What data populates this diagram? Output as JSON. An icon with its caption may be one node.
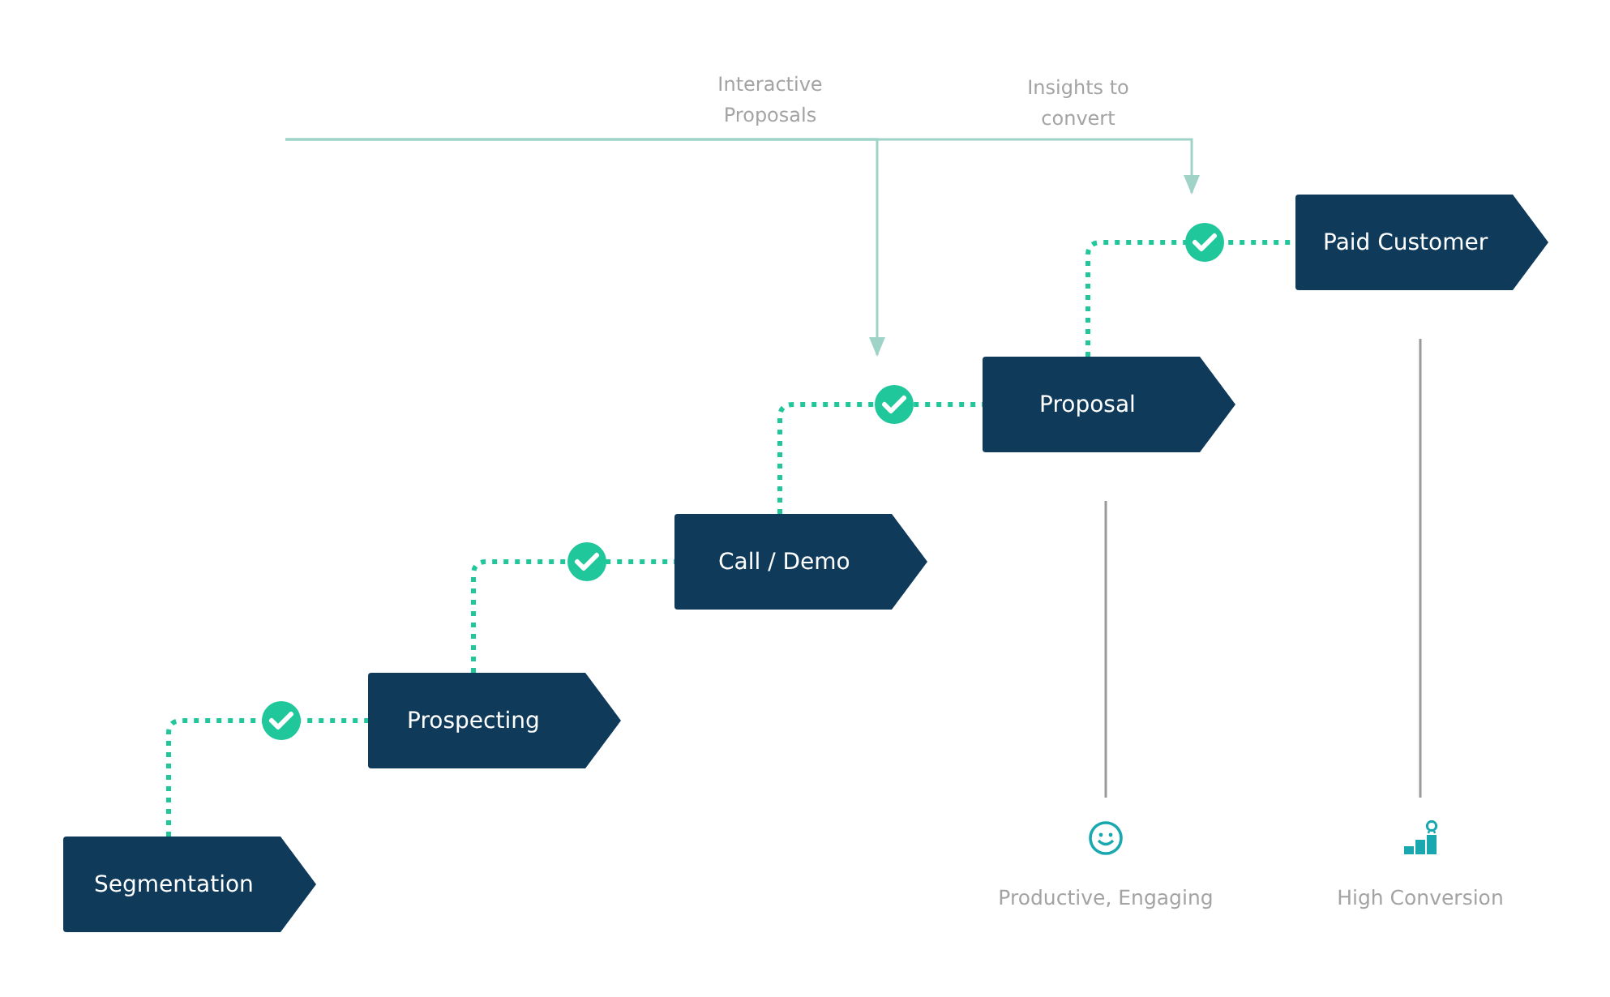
{
  "diagram": {
    "nodes": [
      {
        "text": [
          "Segmentation"
        ]
      },
      {
        "text": [
          "Prospecting"
        ]
      },
      {
        "text": [
          "Call / Demo"
        ]
      },
      {
        "text": [
          "Proposal"
        ]
      },
      {
        "text": [
          "Paid Customer"
        ]
      },
      {
        "text": [
          "Productive, Engaging"
        ]
      },
      {
        "text": [
          "High Conversion"
        ]
      }
    ],
    "edges": [
      {
        "from": 0,
        "to": 1,
        "arrow": "none",
        "style": "dashed",
        "color": "#1fc79b"
      },
      {
        "from": 1,
        "to": 2,
        "arrow": "none",
        "style": "dashed",
        "color": "#1fc79b"
      },
      {
        "from": 2,
        "to": 3,
        "arrow": "none",
        "style": "dashed",
        "color": "#1fc79b"
      },
      {
        "from": 3,
        "to": 4,
        "arrow": "none",
        "style": "dashed",
        "color": "#1fc79b"
      },
      {
        "from": null,
        "to": 3,
        "arrow": "to",
        "label": "Interactive Proposals",
        "color": "#9fd3c7"
      },
      {
        "from": null,
        "to": 4,
        "arrow": "to",
        "label": "Insights to convert",
        "color": "#9fd3c7"
      },
      {
        "from": 3,
        "to": 5,
        "arrow": "none",
        "color": "#9a9a9a"
      },
      {
        "from": 4,
        "to": 6,
        "arrow": "none",
        "color": "#9a9a9a"
      }
    ]
  }
}
